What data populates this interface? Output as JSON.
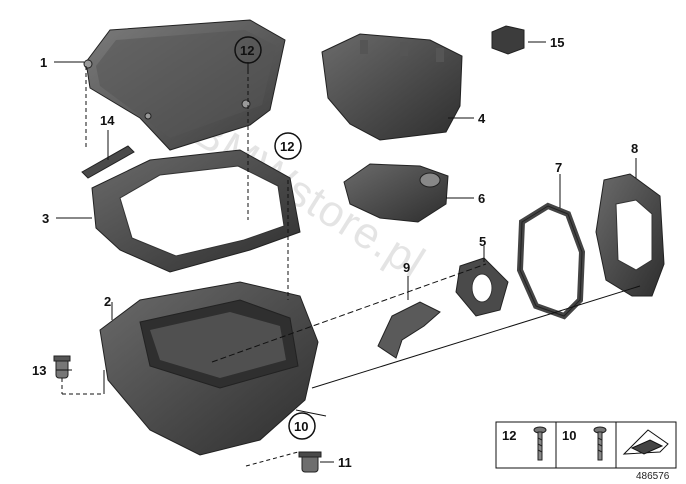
{
  "diagram": {
    "callouts": {
      "c1": "1",
      "c2": "2",
      "c3": "3",
      "c4": "4",
      "c5": "5",
      "c6": "6",
      "c7": "7",
      "c8": "8",
      "c9": "9",
      "c10": "10",
      "c11": "11",
      "c12a": "12",
      "c12b": "12",
      "c13": "13",
      "c14": "14",
      "c15": "15"
    },
    "legend": {
      "item_a": "12",
      "item_b": "10"
    },
    "reference_number": "486576",
    "watermark": "BMWstore.pl",
    "colors": {
      "part_dark": "#3a3a3a",
      "part_mid": "#555555",
      "part_light": "#7a7a7a",
      "line": "#111111"
    }
  }
}
